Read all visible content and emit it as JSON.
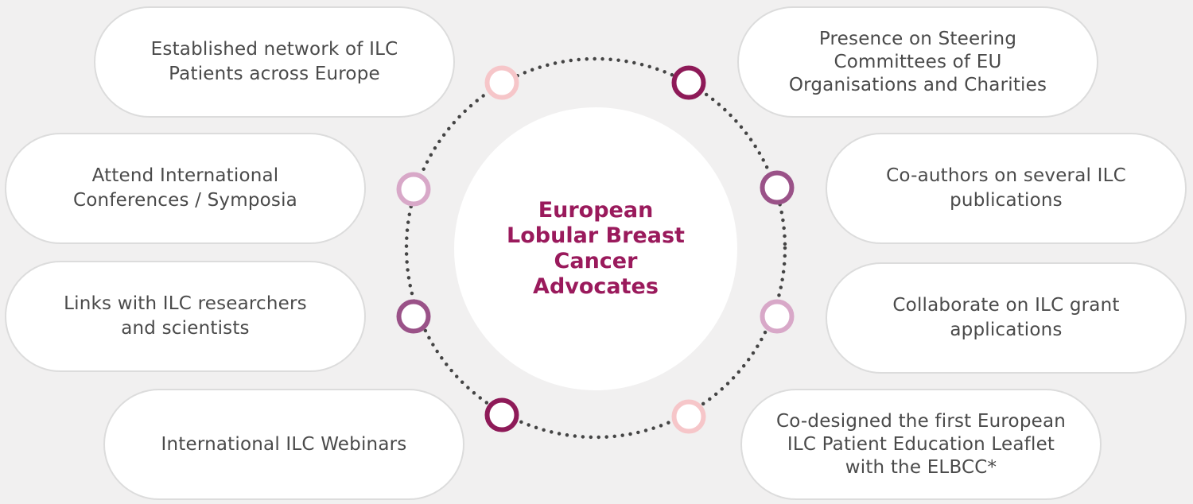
{
  "center": {
    "title": "European\nLobular Breast\nCancer\nAdvocates"
  },
  "items": {
    "network": "Established network of ILC\nPatients across Europe",
    "steering": "Presence on Steering\nCommittees of EU\nOrganisations and Charities",
    "conferences": "Attend International\nConferences / Symposia",
    "coauthors": "Co-authors on several ILC\npublications",
    "links": "Links with ILC researchers\nand scientists",
    "grants": "Collaborate on ILC grant\napplications",
    "webinars": "International ILC Webinars",
    "leaflet": "Co-designed the first European\nILC Patient Education Leaflet\nwith the ELBCC*"
  },
  "colors": {
    "accent": "#9a1a5c",
    "node_dark": "#8e1a58",
    "node_mid": "#9a5288",
    "node_light": "#d8a8c8",
    "node_pale": "#f6c6c9",
    "dots": "#444444"
  }
}
